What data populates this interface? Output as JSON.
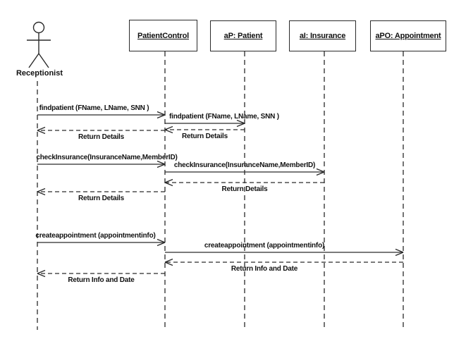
{
  "diagram": {
    "type": "uml-sequence-diagram",
    "actor": {
      "name": "Receptionist",
      "icon": "stick-figure-actor-icon"
    },
    "objects": [
      {
        "label": "PatientControl"
      },
      {
        "label": "aP: Patient"
      },
      {
        "label": "aI: Insurance"
      },
      {
        "label": "aPO: Appointment"
      }
    ],
    "participants": [
      "Receptionist",
      "PatientControl",
      "aP: Patient",
      "aI: Insurance",
      "aPO: Appointment"
    ],
    "messages": [
      {
        "from": "Receptionist",
        "to": "PatientControl",
        "label": "findpatient (FName, LName, SNN )",
        "type": "call"
      },
      {
        "from": "PatientControl",
        "to": "aP: Patient",
        "label": "findpatient (FName, LName, SNN )",
        "type": "call"
      },
      {
        "from": "aP: Patient",
        "to": "PatientControl",
        "label": "Return Details",
        "type": "return"
      },
      {
        "from": "PatientControl",
        "to": "Receptionist",
        "label": "Return Details",
        "type": "return"
      },
      {
        "from": "Receptionist",
        "to": "PatientControl",
        "label": "checkInsurance(InsuranceName,MemberID)",
        "type": "call"
      },
      {
        "from": "PatientControl",
        "to": "aI: Insurance",
        "label": "checkInsurance(InsuranceName,MemberID)",
        "type": "call"
      },
      {
        "from": "aI: Insurance",
        "to": "PatientControl",
        "label": "Return Details",
        "type": "return"
      },
      {
        "from": "PatientControl",
        "to": "Receptionist",
        "label": "Return Details",
        "type": "return"
      },
      {
        "from": "Receptionist",
        "to": "PatientControl",
        "label": "createappointment (appointmentinfo)",
        "type": "call"
      },
      {
        "from": "PatientControl",
        "to": "aPO: Appointment",
        "label": "createappointment (appointmentinfo)",
        "type": "call"
      },
      {
        "from": "aPO: Appointment",
        "to": "PatientControl",
        "label": "Return Info and Date",
        "type": "return"
      },
      {
        "from": "PatientControl",
        "to": "Receptionist",
        "label": "Return Info and Date",
        "type": "return"
      }
    ],
    "colors": {
      "line": "#2a2a2a",
      "background": "#ffffff",
      "text": "#111111"
    }
  }
}
